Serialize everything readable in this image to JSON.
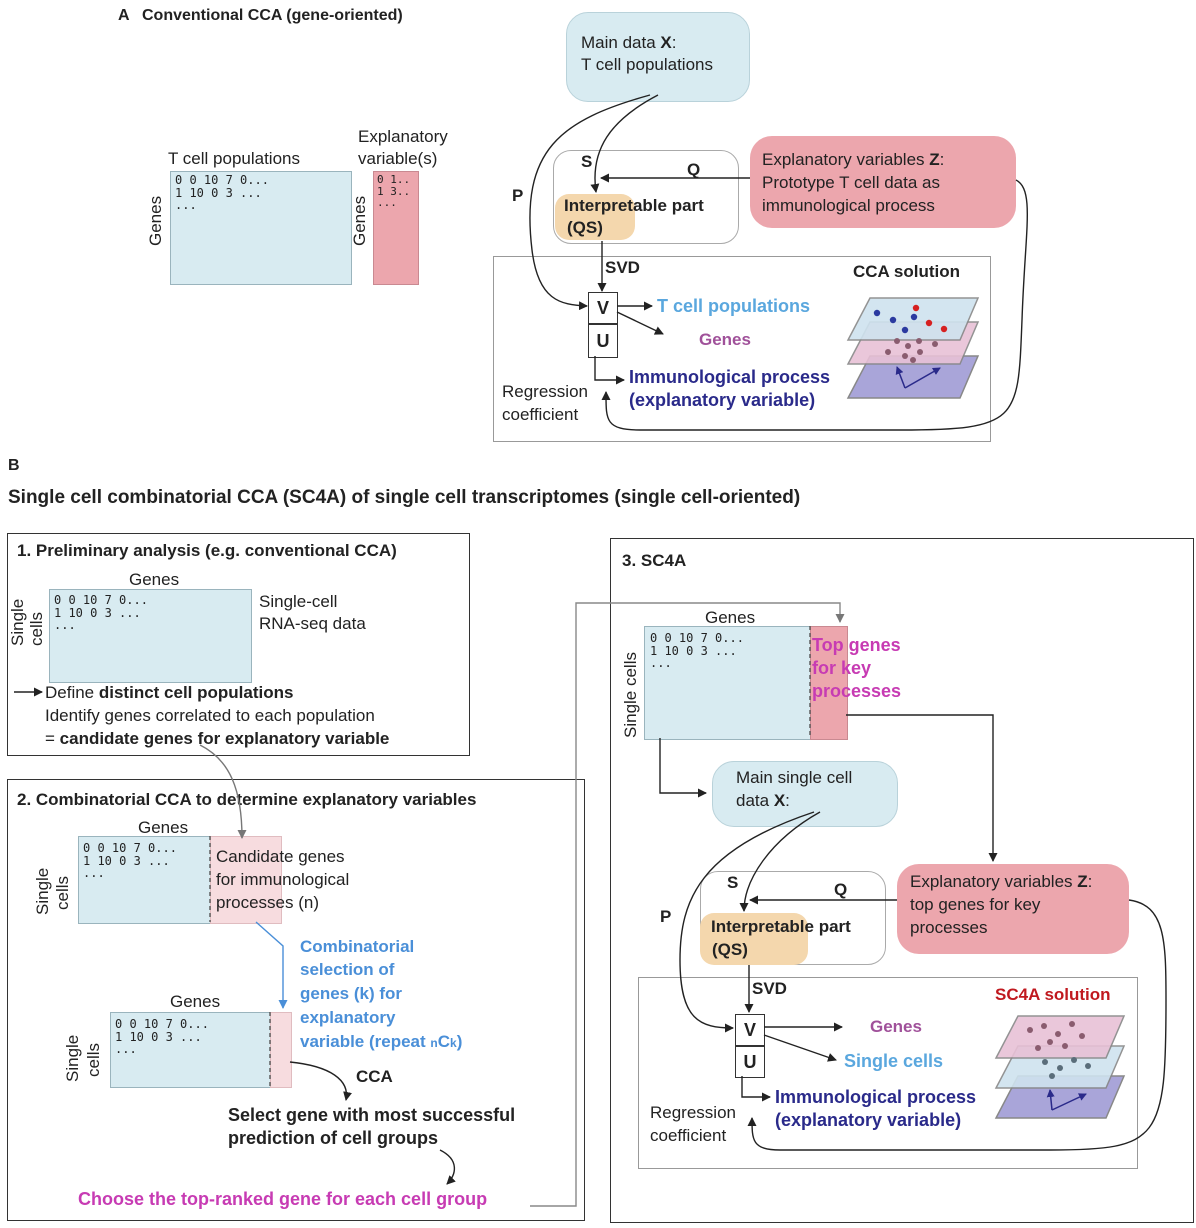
{
  "panel_a": {
    "letter": "A",
    "title": "Conventional CCA (gene-oriented)",
    "tcell_matrix_label": "T cell populations",
    "genes_label": "Genes",
    "matrix_rows": "0 0 10 7 0...\n1 10 0 3 ...\n...",
    "expl_label_line1": "Explanatory",
    "expl_label_line2": "variable(s)",
    "expl_rows": "0 1..\n1 3..\n...",
    "main_data_line1_prefix": "Main data ",
    "main_data_line1_bold": "X",
    "main_data_line1_suffix": ":",
    "main_data_line2": "T cell populations",
    "s_label": "S",
    "q_label": "Q",
    "p_label": "P",
    "interpretable_line1": "Interpretable part",
    "interpretable_line2": "(QS)",
    "expl_vars_prefix": "Explanatory variables ",
    "expl_vars_bold": "Z",
    "expl_vars_suffix": ":",
    "expl_vars_line2": "Prototype T cell data as",
    "expl_vars_line3": "immunological process",
    "svd_label": "SVD",
    "solution_title": "CCA solution",
    "v_label": "V",
    "u_label": "U",
    "out_tcell": "T cell populations",
    "out_genes": "Genes",
    "out_immuno_line1": "Immunological process",
    "out_immuno_line2": "(explanatory variable)",
    "regression_line1": "Regression",
    "regression_line2": "coefficient"
  },
  "panel_b": {
    "letter": "B",
    "heading": "Single cell combinatorial CCA (SC4A) of single cell transcriptomes (single cell-oriented)",
    "step1": {
      "title": "1. Preliminary analysis (e.g. conventional CCA)",
      "genes_label": "Genes",
      "single_cells_label1": "Single",
      "single_cells_label2": "cells",
      "matrix_rows": "0 0 10 7 0...\n1 10 0 3 ...\n...",
      "data_line1": "Single-cell",
      "data_line2": "RNA-seq data",
      "define_prefix": "Define ",
      "define_bold": "distinct cell populations",
      "identify_line": "Identify genes correlated to each population",
      "candidate_prefix": "= ",
      "candidate_bold": "candidate genes for explanatory variable"
    },
    "step2": {
      "title": "2. Combinatorial CCA to determine explanatory variables",
      "genes_label": "Genes",
      "single_label": "Single",
      "cells_label": "cells",
      "matrix_rows": "0 0 10 7 0...\n1 10 0 3 ...\n...",
      "candidate_line1": "Candidate genes",
      "candidate_line2": "for immunological",
      "candidate_line3": "processes (n)",
      "comb_line1": "Combinatorial",
      "comb_line2": "selection of",
      "comb_line3": "genes (k) for",
      "comb_line4": "explanatory",
      "comb_line5_prefix": "variable (repeat ",
      "comb_line5_sub_n": "n",
      "comb_line5_c": "C",
      "comb_line5_sub_k": "k",
      "comb_line5_suffix": ")",
      "genes_label2": "Genes",
      "cca_label": "CCA",
      "select_line1": "Select gene with most successful",
      "select_line2": "prediction of cell groups",
      "choose_line": "Choose the top-ranked gene for each cell group"
    },
    "step3": {
      "title": "3. SC4A",
      "genes_label": "Genes",
      "single_cells_label": "Single cells",
      "matrix_rows": "0 0 10 7 0...\n1 10 0 3 ...\n...",
      "top_genes_line1": "Top genes",
      "top_genes_line2": "for key",
      "top_genes_line3": "processes",
      "main_line1": "Main single cell",
      "main_line2_prefix": "data ",
      "main_line2_bold": "X",
      "main_line2_suffix": ":",
      "s_label": "S",
      "q_label": "Q",
      "p_label": "P",
      "interpretable_line1": "Interpretable part",
      "interpretable_line2": "(QS)",
      "expl_prefix": "Explanatory variables ",
      "expl_bold": "Z",
      "expl_suffix": ":",
      "expl_line2": "top genes for key",
      "expl_line3": "processes",
      "svd_label": "SVD",
      "solution_title": "SC4A solution",
      "v_label": "V",
      "u_label": "U",
      "out_genes": "Genes",
      "out_single_cells": "Single cells",
      "out_immuno_line1": "Immunological process",
      "out_immuno_line2": "(explanatory variable)",
      "regression_line1": "Regression",
      "regression_line2": "coefficient"
    }
  },
  "colors": {
    "light_blue_fill": "#d8ebf1",
    "pink_fill": "#eca6ad",
    "light_pink_fill": "#f7dcdf",
    "orange_fill": "#f4d7ad",
    "tcell_blue_text": "#5aa7de",
    "genes_magenta_text": "#a0519a",
    "immuno_navy_text": "#2a2a8a",
    "sc4a_red_text": "#c0191f",
    "combinatorial_blue_text": "#4a8fd8",
    "choose_magenta_text": "#c73bb3"
  }
}
